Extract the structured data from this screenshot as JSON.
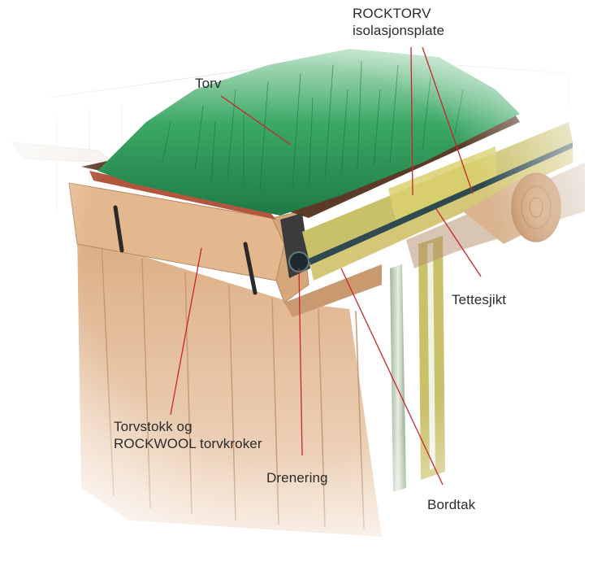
{
  "diagram": {
    "labels": {
      "rocktorv": {
        "line1": "ROCKTORV",
        "line2": "isolasjonsplate"
      },
      "torv": "Torv",
      "tettesjikt": "Tettesjikt",
      "torvstokk": {
        "line1": "Torvstokk og",
        "line2": "ROCKWOOL torvkroker"
      },
      "drenering": "Drenering",
      "bordtak": "Bordtak"
    },
    "colors": {
      "leader_line": "#c8262c",
      "grass": "#2f9a5a",
      "soil": "#5a3a26",
      "insulation": "#c9c06a",
      "membrane": "#2e4a4f",
      "wood": "#e2b48c",
      "log": "#d9b48f"
    }
  }
}
